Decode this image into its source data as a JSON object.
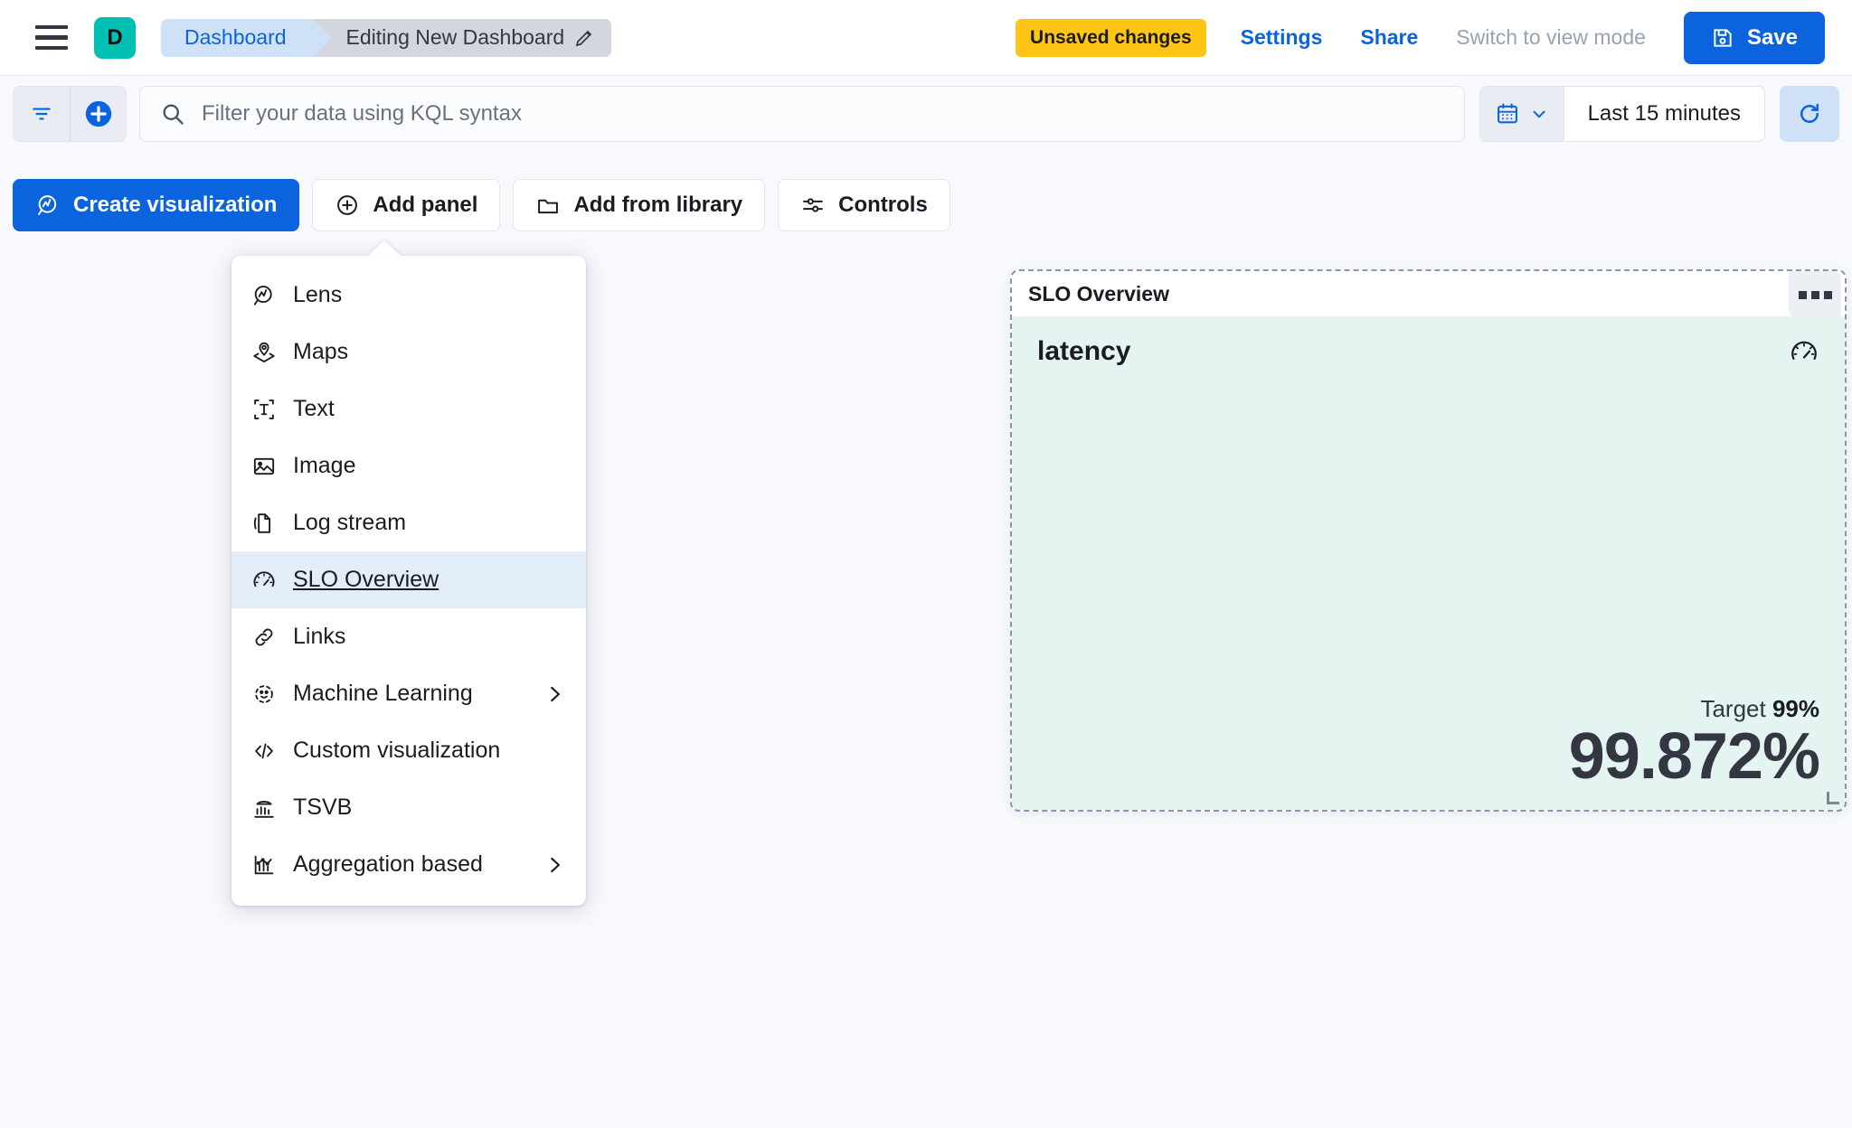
{
  "header": {
    "menu_icon": "hamburger-icon",
    "space_initial": "D",
    "breadcrumb_home": "Dashboard",
    "breadcrumb_current": "Editing New Dashboard",
    "edit_icon": "pencil-icon",
    "unsaved_badge": "Unsaved changes",
    "settings_link": "Settings",
    "share_link": "Share",
    "view_mode_link": "Switch to view mode",
    "save_label": "Save",
    "save_icon": "save-disk-icon",
    "accent_blue": "#0b64dd",
    "badge_yellow": "#FEC514",
    "space_teal": "#00BFB3"
  },
  "query_bar": {
    "filter_icon": "filter-icon",
    "add_filter_icon": "plus-circle-icon",
    "search_icon": "search-icon",
    "placeholder": "Filter your data using KQL syntax",
    "value": "",
    "calendar_icon": "calendar-icon",
    "chevron_icon": "chevron-down-icon",
    "time_range": "Last 15 minutes",
    "refresh_icon": "refresh-icon"
  },
  "toolbar": {
    "create_visualization": "Create visualization",
    "add_panel": "Add panel",
    "add_from_library": "Add from library",
    "controls": "Controls"
  },
  "add_panel_menu": {
    "items": [
      {
        "label": "Lens",
        "icon": "lens-icon",
        "has_submenu": false,
        "selected": false
      },
      {
        "label": "Maps",
        "icon": "maps-pin-layers-icon",
        "has_submenu": false,
        "selected": false
      },
      {
        "label": "Text",
        "icon": "text-box-icon",
        "has_submenu": false,
        "selected": false
      },
      {
        "label": "Image",
        "icon": "image-icon",
        "has_submenu": false,
        "selected": false
      },
      {
        "label": "Log stream",
        "icon": "log-stream-icon",
        "has_submenu": false,
        "selected": false
      },
      {
        "label": "SLO Overview",
        "icon": "gauge-icon",
        "has_submenu": false,
        "selected": true
      },
      {
        "label": "Links",
        "icon": "link-icon",
        "has_submenu": false,
        "selected": false
      },
      {
        "label": "Machine Learning",
        "icon": "machine-learning-icon",
        "has_submenu": true,
        "selected": false
      },
      {
        "label": "Custom visualization",
        "icon": "code-brackets-icon",
        "has_submenu": false,
        "selected": false
      },
      {
        "label": "TSVB",
        "icon": "tsvb-chart-icon",
        "has_submenu": false,
        "selected": false
      },
      {
        "label": "Aggregation based",
        "icon": "aggregation-chart-icon",
        "has_submenu": true,
        "selected": false
      }
    ]
  },
  "slo_panel": {
    "panel_title": "SLO Overview",
    "context_menu_icon": "ellipsis-icon",
    "slo_name": "latency",
    "gauge_icon": "gauge-icon",
    "target_label": "Target",
    "target_value": "99%",
    "sli_value": "99.872%",
    "background_color": "#e4f4f1"
  }
}
